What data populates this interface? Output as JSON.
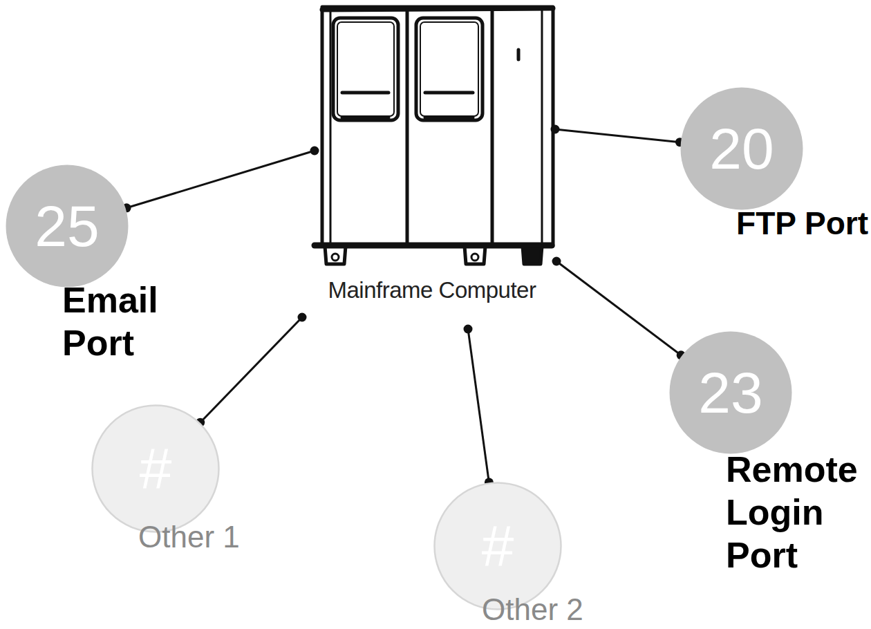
{
  "diagram": {
    "nodes": [
      {
        "text": [
          "Mainframe Computer"
        ]
      },
      {
        "text": [
          "25",
          "Email Port"
        ]
      },
      {
        "text": [
          "20",
          "FTP Port"
        ]
      },
      {
        "text": [
          "23",
          "Remote Login Port"
        ]
      },
      {
        "text": [
          "#",
          "Other 1"
        ]
      },
      {
        "text": [
          "#",
          "Other 2"
        ]
      }
    ],
    "edges": [
      {
        "from": 0,
        "to": 1,
        "arrow": "none"
      },
      {
        "from": 0,
        "to": 2,
        "arrow": "none"
      },
      {
        "from": 0,
        "to": 3,
        "arrow": "none"
      },
      {
        "from": 0,
        "to": 4,
        "arrow": "none"
      },
      {
        "from": 0,
        "to": 5,
        "arrow": "none"
      }
    ]
  }
}
